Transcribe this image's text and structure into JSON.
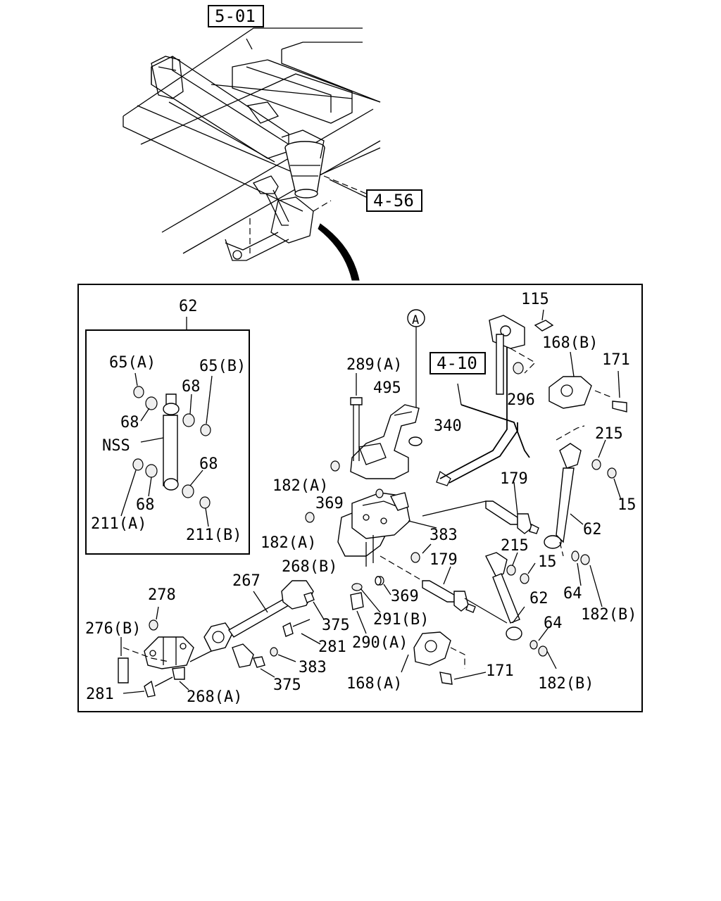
{
  "refs": {
    "frame": "5-01",
    "air_spring": "4-56",
    "stabilizer": "4-10"
  },
  "circle_marker": "A",
  "inset": {
    "title": "62",
    "labels": [
      "65(A)",
      "65(B)",
      "68",
      "68",
      "NSS",
      "68",
      "68",
      "211(A)",
      "211(B)"
    ]
  },
  "callouts": {
    "c115": "115",
    "c168b": "168(B)",
    "c171a": "171",
    "c289a": "289(A)",
    "c495": "495",
    "c340": "340",
    "c296": "296",
    "c215a": "215",
    "c15a": "15",
    "c182a1": "182(A)",
    "c369a": "369",
    "c179a": "179",
    "c62a": "62",
    "c182a2": "182(A)",
    "c383a": "383",
    "c215b": "215",
    "c15b": "15",
    "c268b": "268(B)",
    "c179b": "179",
    "c64a": "64",
    "c182b1": "182(B)",
    "c267": "267",
    "c369b": "369",
    "c62b": "62",
    "c278": "278",
    "c375a": "375",
    "c291b": "291(B)",
    "c276b": "276(B)",
    "c281a": "281",
    "c290a": "290(A)",
    "c64b": "64",
    "c383b": "383",
    "c171b": "171",
    "c281b": "281",
    "c375b": "375",
    "c268a": "268(A)",
    "c168a": "168(A)",
    "c182b2": "182(B)"
  }
}
